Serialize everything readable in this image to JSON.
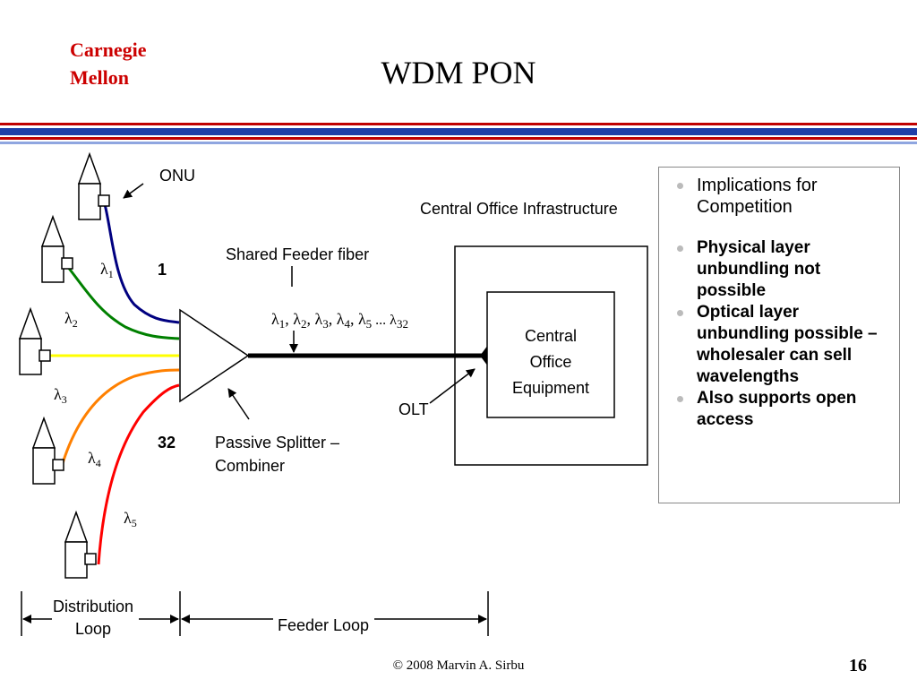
{
  "header": {
    "logo_line1": "Carnegie",
    "logo_line2": "Mellon",
    "title": "WDM PON"
  },
  "diagram": {
    "onu_label": "ONU",
    "central_office_infrastructure": "Central Office Infrastructure",
    "shared_feeder_fiber": "Shared Feeder fiber",
    "port_first": "1",
    "port_last": "32",
    "olt_label": "OLT",
    "splitter_line1": "Passive Splitter –",
    "splitter_line2": "Combiner",
    "co_equipment": [
      "Central",
      "Office",
      "Equipment"
    ],
    "feeder_wavelengths": [
      "λ",
      "1",
      ", λ",
      "2",
      ", λ",
      "3",
      ", λ",
      "4",
      ", λ",
      "5",
      " ... λ",
      "32"
    ],
    "wavelength_labels": [
      {
        "symbol": "λ",
        "sub": "1"
      },
      {
        "symbol": "λ",
        "sub": "2"
      },
      {
        "symbol": "λ",
        "sub": "3"
      },
      {
        "symbol": "λ",
        "sub": "4"
      },
      {
        "symbol": "λ",
        "sub": "5"
      }
    ],
    "fiber_colors": [
      "#000080",
      "#008000",
      "#ffff00",
      "#ff8000",
      "#ff0000"
    ],
    "distribution_loop": [
      "Distribution",
      "Loop"
    ],
    "feeder_loop": "Feeder Loop"
  },
  "panel": {
    "items": [
      "Implications for Competition",
      "Physical layer unbundling not possible",
      "Optical layer unbundling possible – wholesaler can sell wavelengths",
      "Also supports open access"
    ]
  },
  "footer": {
    "copyright": "©  2008  Marvin A. Sirbu",
    "page_number": "16"
  }
}
